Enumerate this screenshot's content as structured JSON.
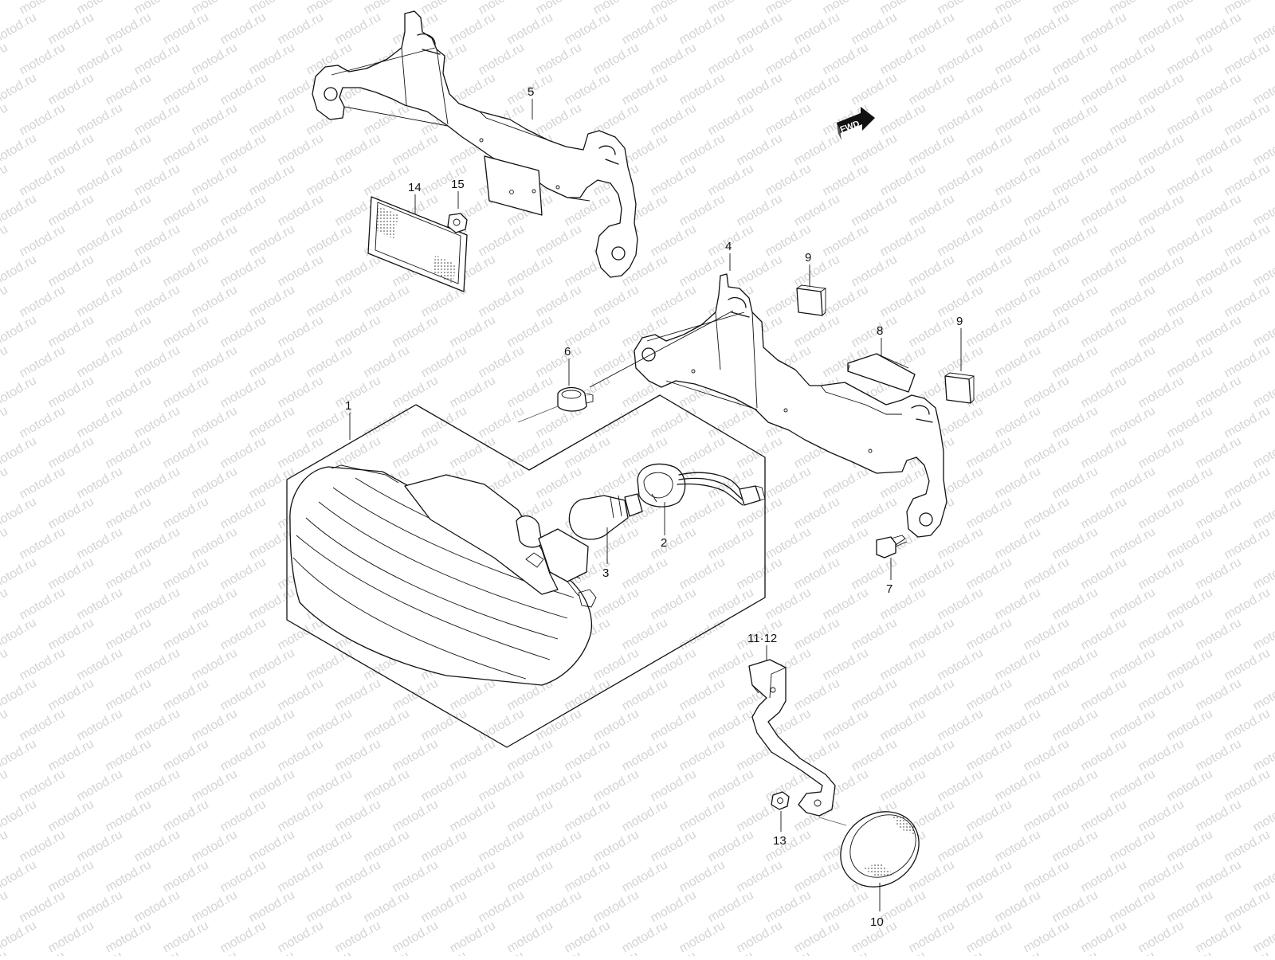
{
  "diagram": {
    "watermark_text": "motod.ru",
    "direction_badge": "FWD",
    "callouts": [
      {
        "id": "c1",
        "label": "1"
      },
      {
        "id": "c2",
        "label": "2"
      },
      {
        "id": "c3",
        "label": "3"
      },
      {
        "id": "c4",
        "label": "4"
      },
      {
        "id": "c5",
        "label": "5"
      },
      {
        "id": "c6",
        "label": "6"
      },
      {
        "id": "c7",
        "label": "7"
      },
      {
        "id": "c8",
        "label": "8"
      },
      {
        "id": "c9a",
        "label": "9"
      },
      {
        "id": "c9b",
        "label": "9"
      },
      {
        "id": "c10",
        "label": "10"
      },
      {
        "id": "c1112",
        "label": "11·12"
      },
      {
        "id": "c13",
        "label": "13"
      },
      {
        "id": "c14",
        "label": "14"
      },
      {
        "id": "c15",
        "label": "15"
      }
    ],
    "colors": {
      "line": "#111111",
      "watermark": "#d4d4d4",
      "background": "#ffffff"
    }
  }
}
